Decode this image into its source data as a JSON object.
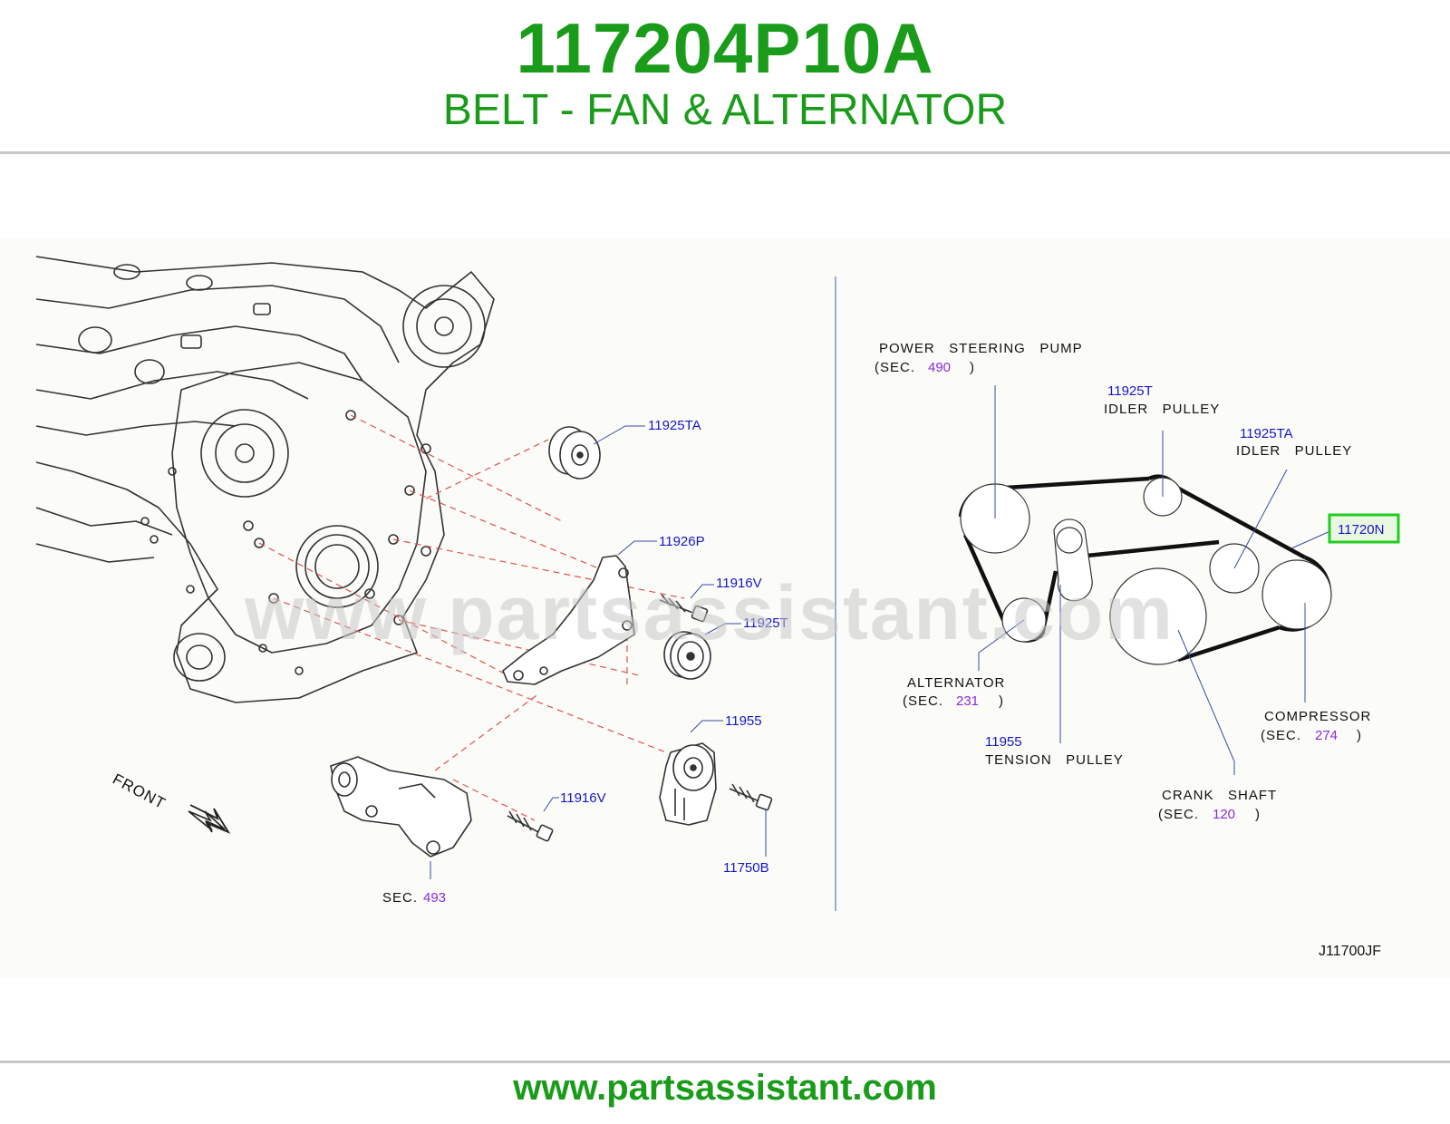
{
  "header": {
    "part_number": "117204P10A",
    "part_name": "BELT - FAN & ALTERNATOR"
  },
  "watermark": "www.partsassistant.com",
  "footer": {
    "url": "www.partsassistant.com"
  },
  "diagram_code": "J11700JF",
  "exploded_view": {
    "front_label": "FRONT",
    "callouts": {
      "idler_top": "11925TA",
      "bracket": "11926P",
      "bolt_upper": "11916V",
      "idler_grooved": "11925T",
      "tensioner": "11955",
      "bolt_lower": "11916V",
      "bolt_tensioner": "11750B",
      "sec_label": "SEC.",
      "sec_number": "493"
    }
  },
  "belt_routing": {
    "power_steering": {
      "name": "POWER   STEERING   PUMP",
      "sec_open": "(SEC.",
      "sec": "490",
      "sec_close": ")"
    },
    "idler_t": {
      "part": "11925T",
      "name": "IDLER   PULLEY"
    },
    "idler_ta": {
      "part": "11925TA",
      "name": "IDLER   PULLEY"
    },
    "belt": {
      "part": "11720N"
    },
    "alternator": {
      "name": "ALTERNATOR",
      "sec_open": "(SEC.",
      "sec": "231",
      "sec_close": ")"
    },
    "compressor": {
      "name": "COMPRESSOR",
      "sec_open": "(SEC.",
      "sec": "274",
      "sec_close": ")"
    },
    "tension_pulley": {
      "part": "11955",
      "name": "TENSION   PULLEY"
    },
    "crank_shaft": {
      "name": "CRANK   SHAFT",
      "sec_open": "(SEC.",
      "sec": "120",
      "sec_close": ")"
    }
  },
  "colors": {
    "brand_green": "#1a9c1a",
    "part_number_blue": "#1515c8",
    "section_purple": "#8a2be2",
    "highlight_green": "#22cc22",
    "divider_blue": "#7a8fd0",
    "dash_red": "#e05050"
  }
}
